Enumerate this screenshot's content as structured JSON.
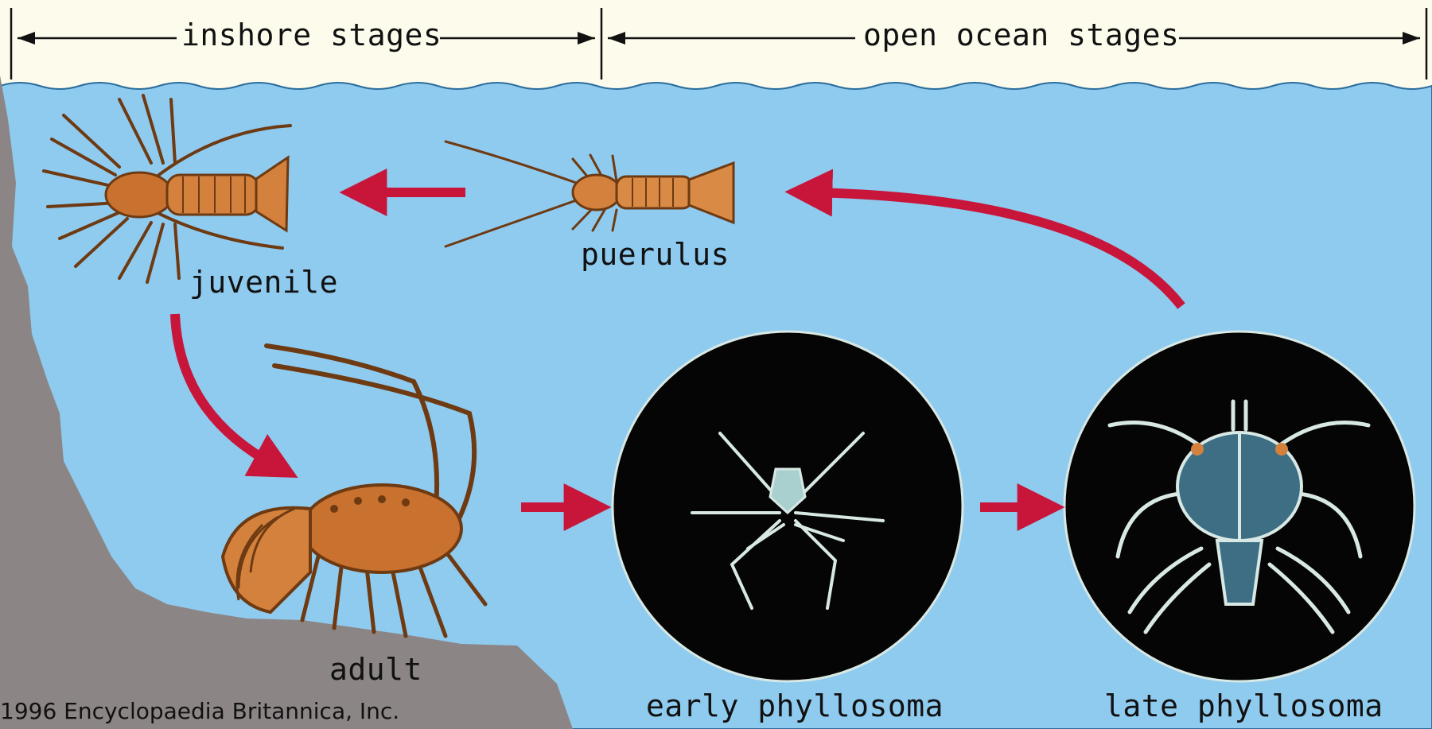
{
  "header": {
    "inshore_label": "inshore stages",
    "open_ocean_label": "open ocean stages"
  },
  "stages": {
    "juvenile": "juvenile",
    "puerulus": "puerulus",
    "adult": "adult",
    "early_phyllosoma": "early phyllosoma",
    "late_phyllosoma": "late phyllosoma"
  },
  "copyright": "1996 Encyclopaedia Britannica, Inc.",
  "colors": {
    "water": "#8fcaef",
    "sand": "#fdfbec",
    "rock": "#8c8585",
    "arrow": "#c8153a",
    "lobster": "#c9712f",
    "lobster_dark": "#6e3a12",
    "larva_bg": "#050505",
    "larva_body": "#d8e8e4"
  }
}
